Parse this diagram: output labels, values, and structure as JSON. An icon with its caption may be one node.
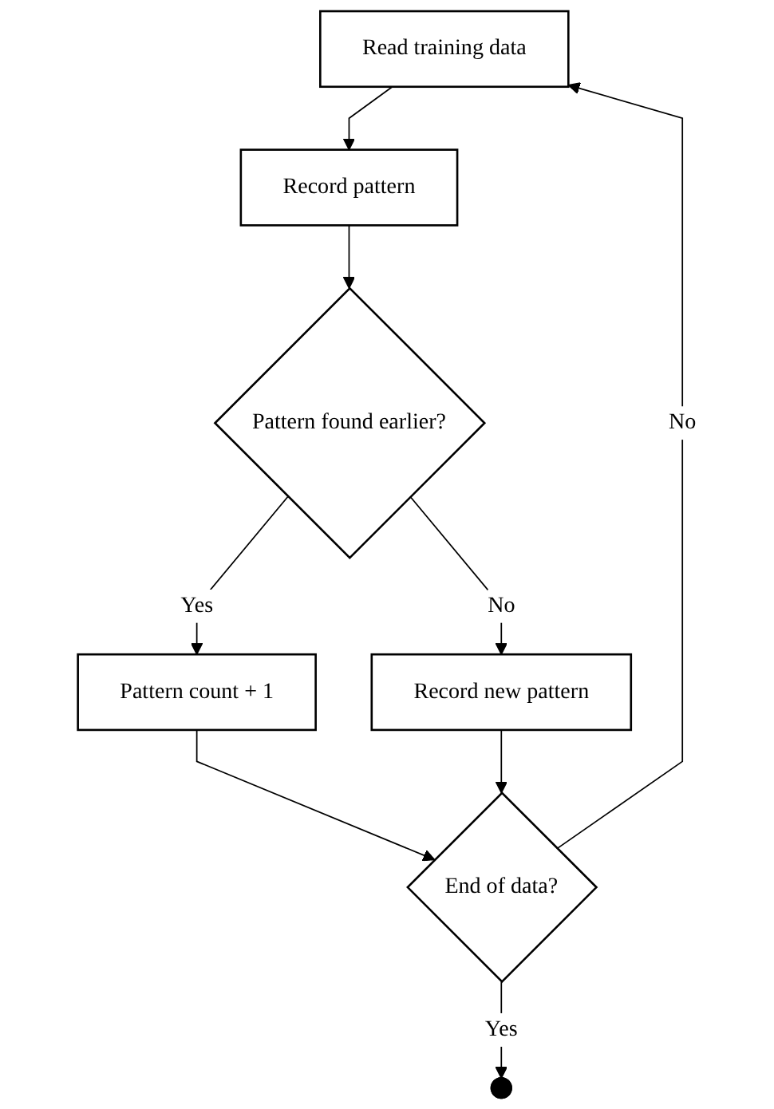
{
  "diagram": {
    "nodes": [
      {
        "text": [
          "Read training data"
        ]
      },
      {
        "text": [
          "Record pattern"
        ]
      },
      {
        "text": [
          "Pattern found earlier?"
        ]
      },
      {
        "text": [
          "Pattern count + 1"
        ]
      },
      {
        "text": [
          "Record new pattern"
        ]
      },
      {
        "text": [
          "End of data?"
        ]
      },
      {
        "text": [],
        "shape": "circle"
      }
    ],
    "edges": [
      {
        "from": 0,
        "to": 1,
        "arrow": "to"
      },
      {
        "from": 1,
        "to": 2,
        "arrow": "to"
      },
      {
        "from": 2,
        "to": 3,
        "label": "Yes",
        "arrow": "to"
      },
      {
        "from": 2,
        "to": 4,
        "label": "No",
        "arrow": "to"
      },
      {
        "from": 3,
        "to": 5,
        "arrow": "to"
      },
      {
        "from": 4,
        "to": 5,
        "arrow": "to"
      },
      {
        "from": 5,
        "to": 0,
        "label": "No",
        "arrow": "to"
      },
      {
        "from": 5,
        "to": 6,
        "label": "Yes",
        "arrow": "to"
      }
    ]
  }
}
